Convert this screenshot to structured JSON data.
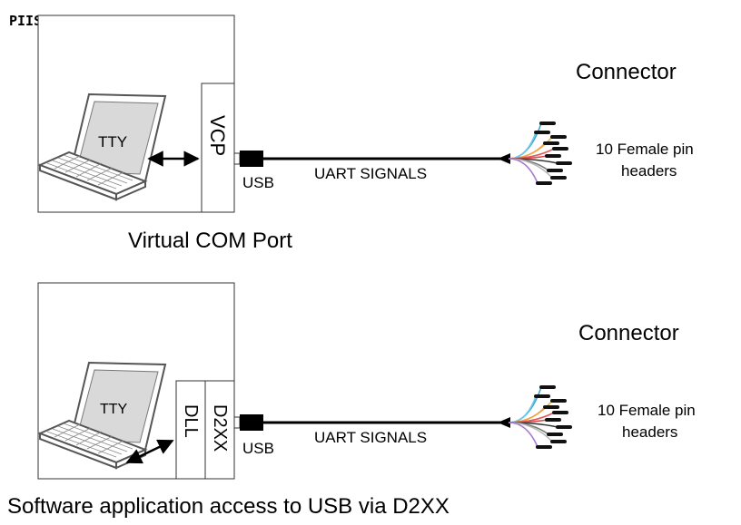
{
  "watermark": "PIISUN",
  "wire_colors": [
    "#3aa6d6",
    "#6fc7ea",
    "#e6b84a",
    "#f0a24a",
    "#e05a5a",
    "#d94a4a",
    "#333333",
    "#777777",
    "#b7b7b7",
    "#a77bd1"
  ],
  "top": {
    "laptop_label": "TTY",
    "driver_label": "VCP",
    "usb_label": "USB",
    "cable_label": "UART SIGNALS",
    "connector_title": "Connector",
    "headers_line1": "10 Female pin",
    "headers_line2": "headers",
    "caption": "Virtual COM Port"
  },
  "bottom": {
    "laptop_label": "TTY",
    "dll_label": "DLL",
    "d2xx_label": "D2XX",
    "usb_label": "USB",
    "cable_label": "UART SIGNALS",
    "connector_title": "Connector",
    "headers_line1": "10 Female pin",
    "headers_line2": "headers",
    "caption": "Software application access to USB via D2XX"
  }
}
